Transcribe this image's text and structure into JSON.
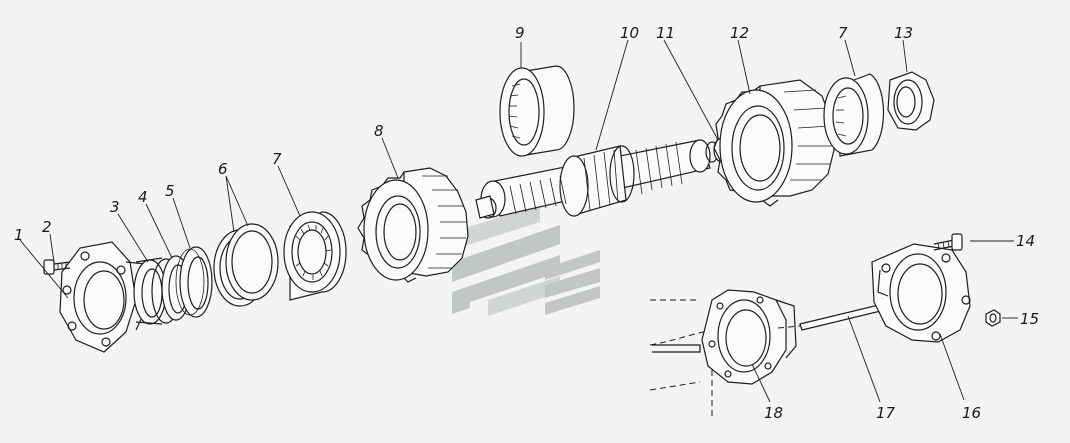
{
  "labels": {
    "l1": "1",
    "l2": "2",
    "l3": "3",
    "l4": "4",
    "l5": "5",
    "l6": "6",
    "l7a": "7",
    "l7b": "7",
    "l8": "8",
    "l9": "9",
    "l10": "10",
    "l11": "11",
    "l12": "12",
    "l13": "13",
    "l14": "14",
    "l15": "15",
    "l16": "16",
    "l17": "17",
    "l18": "18"
  },
  "watermark": {
    "color": "#9aa3a0",
    "accent": "#b4bcb8"
  }
}
